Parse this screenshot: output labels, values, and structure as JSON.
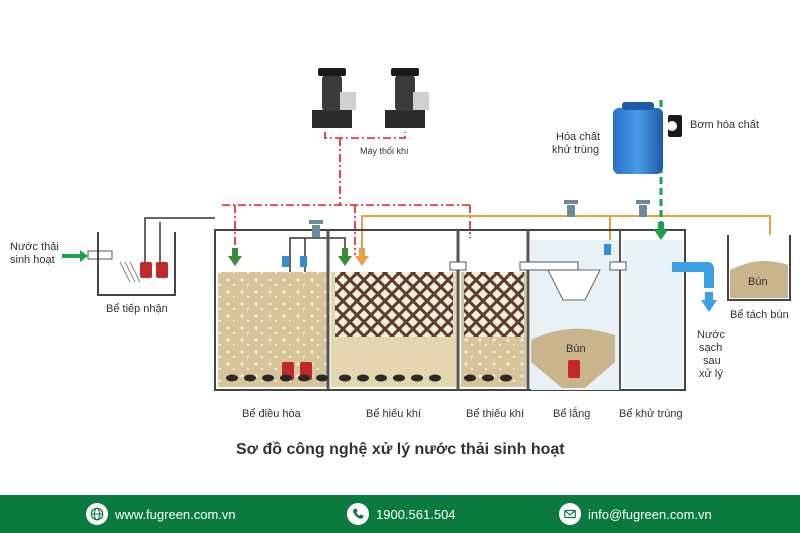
{
  "diagram": {
    "title": "Sơ đồ công nghệ xử lý nước thải sinh hoạt",
    "inlet_label_line1": "Nước thải",
    "inlet_label_line2": "sinh hoạt",
    "tanks": {
      "receiving": "Bể tiếp nhận",
      "equalization": "Bể điều hòa",
      "aerobic": "Bể hiếu khí",
      "anoxic": "Bể thiếu khí",
      "settling": "Bể lắng",
      "disinfection": "Bể khử trùng",
      "sludge": "Bể tách bùn"
    },
    "blower_label": "Máy thổi khí",
    "chem_tank_line1": "Hóa chất",
    "chem_tank_line2": "khử trùng",
    "chem_pump_label": "Bơm hóa chất",
    "sludge_word": "Bùn",
    "outlet_line1": "Nước",
    "outlet_line2": "sạch",
    "outlet_line3": "sau",
    "outlet_line4": "xử lý"
  },
  "footer": {
    "website": "www.fugreen.com.vn",
    "phone": "1900.561.504",
    "email": "info@fugreen.com.vn",
    "icons": [
      "globe-icon",
      "phone-icon",
      "email-icon"
    ]
  },
  "colors": {
    "footer_bg": "#0b7a3e",
    "air_line": "#e02020",
    "sludge_line": "#e8a040",
    "chem_line": "#1aa34a",
    "water": "#c8a870",
    "outlet_arrow": "#3aa0e0"
  }
}
